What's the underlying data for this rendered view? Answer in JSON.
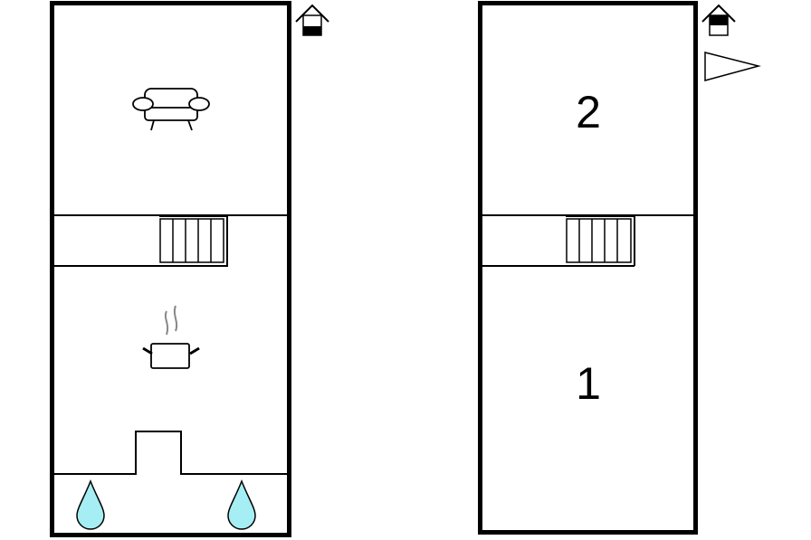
{
  "floors": [
    {
      "name": "ground-floor",
      "rooms": [
        "living-room",
        "staircase",
        "kitchen",
        "bathroom"
      ],
      "icons": [
        "house-ground-floor-icon",
        "sofa-icon",
        "stairs-icon",
        "cooking-pot-icon",
        "water-drop-icon",
        "water-drop-icon"
      ]
    },
    {
      "name": "upper-floor",
      "rooms": [
        {
          "label": "2"
        },
        {
          "label": "1"
        }
      ],
      "icons": [
        "house-upper-floor-icon",
        "north-arrow-icon",
        "stairs-icon"
      ]
    }
  ],
  "colors": {
    "wall": "#000000",
    "water": "#a5eef3",
    "steam": "#888888"
  }
}
